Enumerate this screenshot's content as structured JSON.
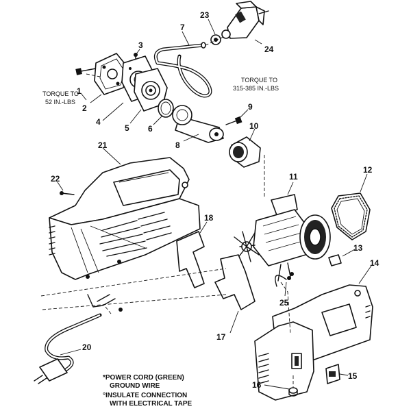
{
  "callouts": [
    {
      "id": "c1",
      "label": "1"
    },
    {
      "id": "c2",
      "label": "2"
    },
    {
      "id": "c3",
      "label": "3"
    },
    {
      "id": "c4",
      "label": "4"
    },
    {
      "id": "c5",
      "label": "5"
    },
    {
      "id": "c6",
      "label": "6"
    },
    {
      "id": "c7",
      "label": "7"
    },
    {
      "id": "c8",
      "label": "8"
    },
    {
      "id": "c9",
      "label": "9"
    },
    {
      "id": "c10",
      "label": "10"
    },
    {
      "id": "c11",
      "label": "11"
    },
    {
      "id": "c12",
      "label": "12"
    },
    {
      "id": "c13",
      "label": "13"
    },
    {
      "id": "c14",
      "label": "14"
    },
    {
      "id": "c15",
      "label": "15"
    },
    {
      "id": "c16",
      "label": "16"
    },
    {
      "id": "c17",
      "label": "17"
    },
    {
      "id": "c18",
      "label": "18"
    },
    {
      "id": "c20",
      "label": "20"
    },
    {
      "id": "c21",
      "label": "21"
    },
    {
      "id": "c22",
      "label": "22"
    },
    {
      "id": "c23",
      "label": "23"
    },
    {
      "id": "c24",
      "label": "24"
    },
    {
      "id": "c25",
      "label": "25"
    }
  ],
  "torque_notes": {
    "left": {
      "line1": "TORQUE TO",
      "line2": "52 IN.-LBS"
    },
    "right": {
      "line1": "TORQUE TO",
      "line2": "315-385 IN.-LBS"
    }
  },
  "footnotes": {
    "line1": "*POWER CORD (GREEN)",
    "line2": "GROUND WIRE",
    "line3": "°INSULATE CONNECTION",
    "line4": "WITH ELECTRICAL TAPE"
  }
}
